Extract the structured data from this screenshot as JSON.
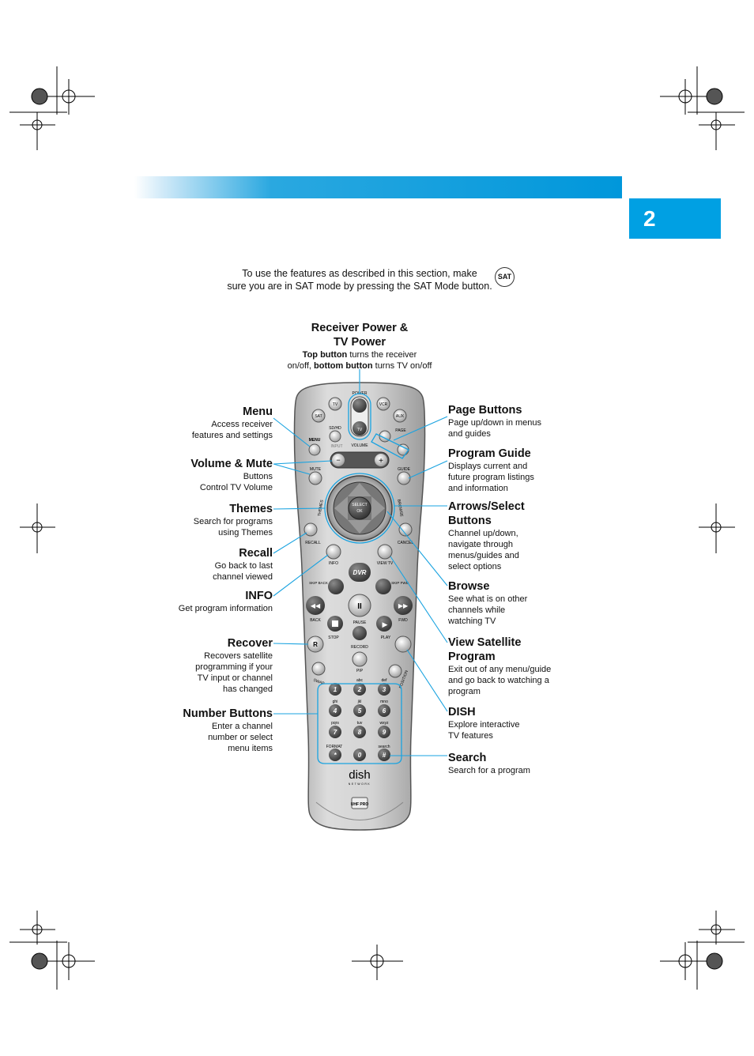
{
  "chapter_number": "2",
  "intro": {
    "line1": "To use the features as described in this section, make",
    "line2": "sure you are in SAT mode by pressing the SAT Mode button.",
    "sat_button_label": "SAT"
  },
  "callouts_left": [
    {
      "title": "Menu",
      "desc": [
        "Access receiver",
        "features and settings"
      ]
    },
    {
      "title": "Volume & Mute",
      "desc": [
        "Buttons",
        "Control TV Volume"
      ]
    },
    {
      "title": "Themes",
      "desc": [
        "Search for programs",
        "using Themes"
      ]
    },
    {
      "title": "Recall",
      "desc": [
        "Go back to last",
        "channel viewed"
      ]
    },
    {
      "title": "INFO",
      "desc": [
        "Get program information"
      ]
    },
    {
      "title": "Recover",
      "desc": [
        "Recovers satellite",
        "programming if your",
        "TV input or channel",
        "has changed"
      ]
    },
    {
      "title": "Number Buttons",
      "desc": [
        "Enter a channel",
        "number or select",
        "menu items"
      ]
    }
  ],
  "callouts_right": [
    {
      "title": "Page Buttons",
      "desc": [
        "Page up/down in menus",
        "and guides"
      ]
    },
    {
      "title": "Program Guide",
      "desc": [
        "Displays current and",
        "future program listings",
        "and information"
      ]
    },
    {
      "title": "Arrows/Select Buttons",
      "desc": [
        "Channel up/down,",
        "navigate through",
        "menus/guides and",
        "select options"
      ]
    },
    {
      "title": "Browse",
      "desc": [
        "See what is on other",
        "channels while",
        "watching TV"
      ]
    },
    {
      "title": "View Satellite Program",
      "desc": [
        "Exit out of any menu/guide",
        "and go back to watching a",
        "program"
      ]
    },
    {
      "title": "DISH",
      "desc": [
        "Explore interactive",
        "TV features"
      ]
    },
    {
      "title": "Search",
      "desc": [
        "Search for a program"
      ]
    }
  ],
  "top_callout": {
    "title_line1": "Receiver Power &",
    "title_line2": "TV Power",
    "desc_line1_bold": "Top button",
    "desc_line1_rest": " turns the receiver",
    "desc_line2_pre": "on/off, ",
    "desc_line2_bold": "bottom button",
    "desc_line2_rest": " turns TV on/off"
  },
  "remote_labels": {
    "power": "POWER",
    "tv": "TV",
    "vcr": "VCR",
    "sat": "SAT",
    "aux": "AUX",
    "sdhd": "SD/HD",
    "input": "INPUT",
    "page": "PAGE",
    "menu": "MENU",
    "volume": "VOLUME",
    "mute": "MUTE",
    "guide": "GUIDE",
    "themes": "THEMES",
    "browse": "BROWSE",
    "select": "SELECT",
    "ok": "OK",
    "recall": "RECALL",
    "cancel": "CANCEL",
    "info": "INFO",
    "view_tv": "VIEW TV",
    "dvr": "DVR",
    "skip_back": "SKIP BACK",
    "skip_fwd": "SKIP FWD",
    "back": "BACK",
    "fwd": "FWD",
    "pause": "PAUSE",
    "stop": "STOP",
    "play": "PLAY",
    "record": "RECORD",
    "pip": "PIP",
    "swap": "SWAP",
    "position": "POSITION",
    "format": "FORMAT",
    "search": "search",
    "keys": [
      {
        "num": "1",
        "letters": ""
      },
      {
        "num": "2",
        "letters": "abc"
      },
      {
        "num": "3",
        "letters": "def"
      },
      {
        "num": "4",
        "letters": "ghi"
      },
      {
        "num": "5",
        "letters": "jkl"
      },
      {
        "num": "6",
        "letters": "mno"
      },
      {
        "num": "7",
        "letters": "pqrs"
      },
      {
        "num": "8",
        "letters": "tuv"
      },
      {
        "num": "9",
        "letters": "wxyz"
      },
      {
        "num": "*",
        "letters": ""
      },
      {
        "num": "0",
        "letters": ""
      },
      {
        "num": "#",
        "letters": ""
      }
    ],
    "brand": "dish",
    "brand_sub": "NETWORK",
    "uhf": "UHF PRO"
  },
  "colors": {
    "accent_blue": "#00a0e3",
    "callout_line": "#1aa3e0",
    "remote_body": "#cfcfcf"
  }
}
